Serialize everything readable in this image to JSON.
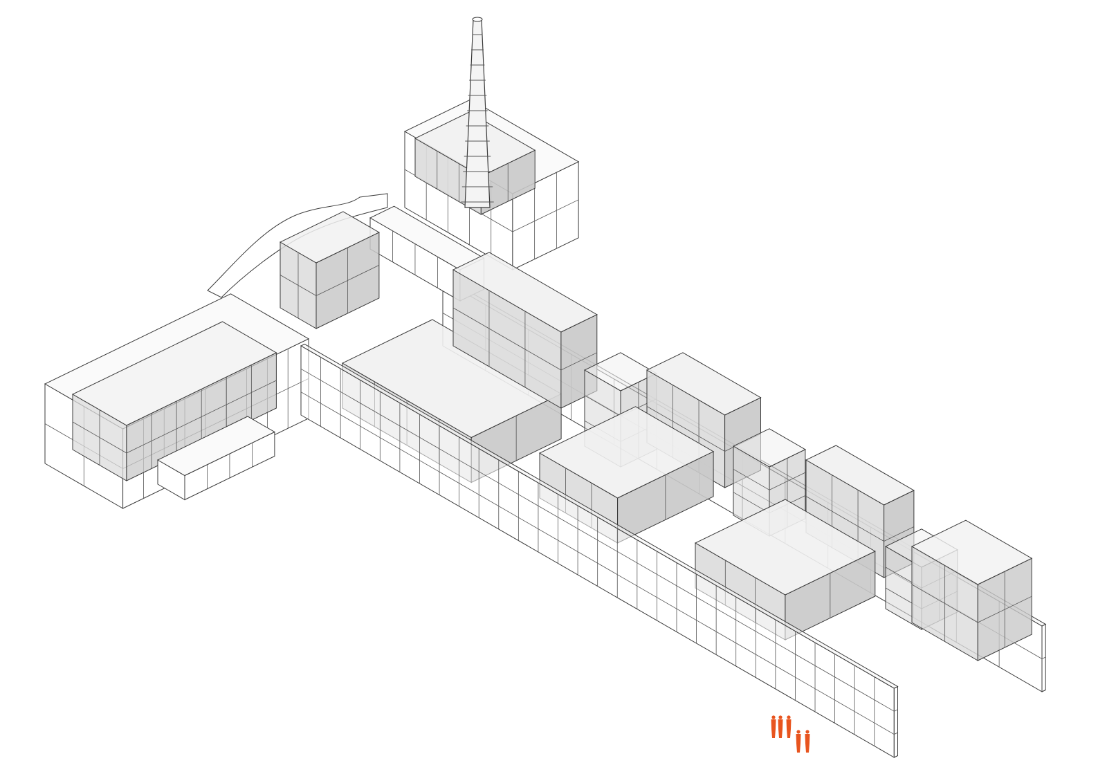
{
  "diagram": {
    "kind": "axonometric building drawing",
    "colors": {
      "line": "#3a3a3a",
      "wall_fill": "#ffffff",
      "box_top": "#f1f1f1",
      "box_front": "#dcdcdc",
      "box_side": "#c9c9c9",
      "people": "#e8541e"
    },
    "people_groups": [
      3,
      2
    ]
  }
}
